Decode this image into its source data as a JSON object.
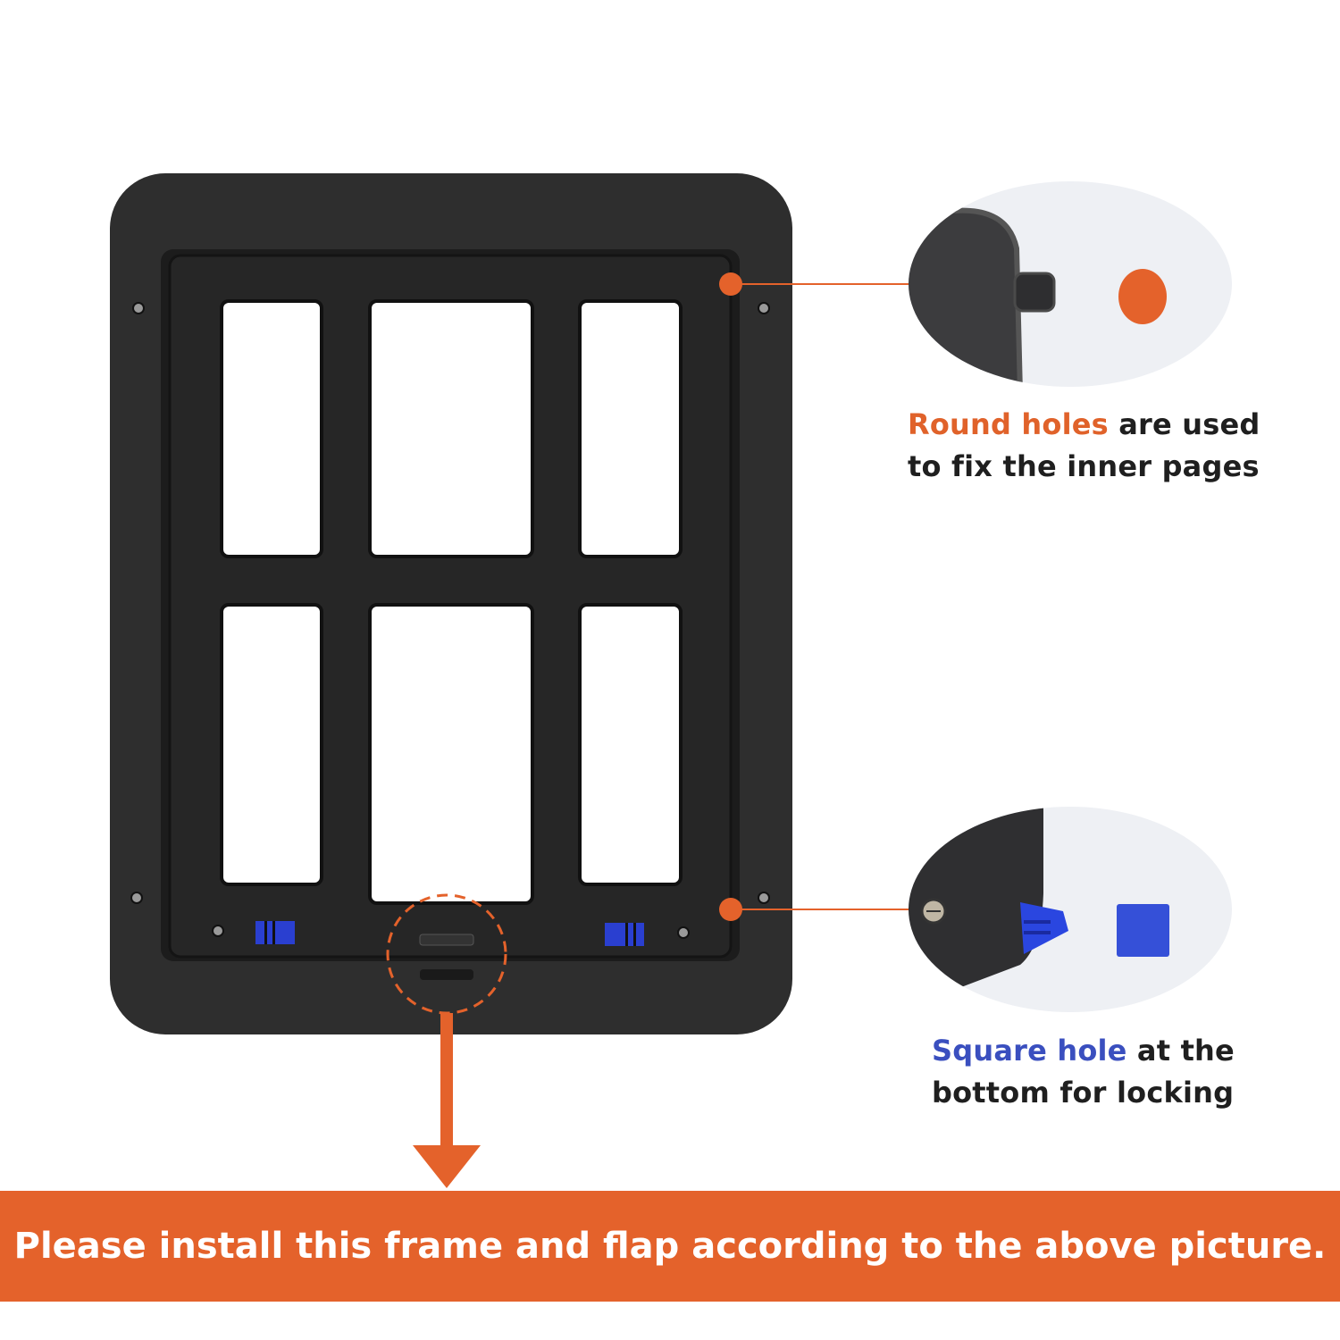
{
  "callouts": {
    "round": {
      "highlight": "Round holes",
      "line1_rest": " are used",
      "line2": "to fix the inner pages"
    },
    "square": {
      "highlight": "Square hole",
      "line1_rest": " at the",
      "line2": "bottom for locking"
    }
  },
  "banner": {
    "text": "Please install this frame and flap according to the above picture."
  },
  "colors": {
    "accent_orange": "#e4622b",
    "accent_blue": "#3a4fbf",
    "frame": "#2b2b2b"
  },
  "icons": [
    "screw-icon",
    "lock-clip-icon",
    "round-hole-marker",
    "square-hole-marker",
    "down-arrow-icon"
  ]
}
